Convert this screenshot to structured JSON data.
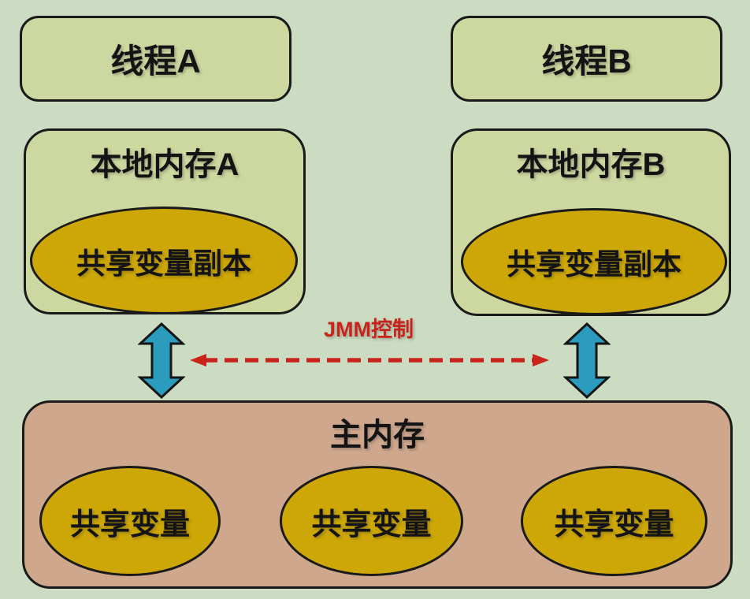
{
  "diagram": {
    "thread_a": {
      "label": "线程A"
    },
    "thread_b": {
      "label": "线程B"
    },
    "local_memory_a": {
      "label": "本地内存A",
      "shared_copy": "共享变量副本"
    },
    "local_memory_b": {
      "label": "本地内存B",
      "shared_copy": "共享变量副本"
    },
    "jmm_control": {
      "label": "JMM控制"
    },
    "main_memory": {
      "label": "主内存",
      "variables": [
        "共享变量",
        "共享变量",
        "共享变量"
      ]
    },
    "colors": {
      "background": "#ccdcc2",
      "node_fill": "#ccd89f",
      "ellipse_fill": "#cda705",
      "main_memory_fill": "#cfa78d",
      "arrow_teal": "#2b9cbd",
      "jmm_red": "#c8241c",
      "outline": "#1a1a1a"
    }
  }
}
